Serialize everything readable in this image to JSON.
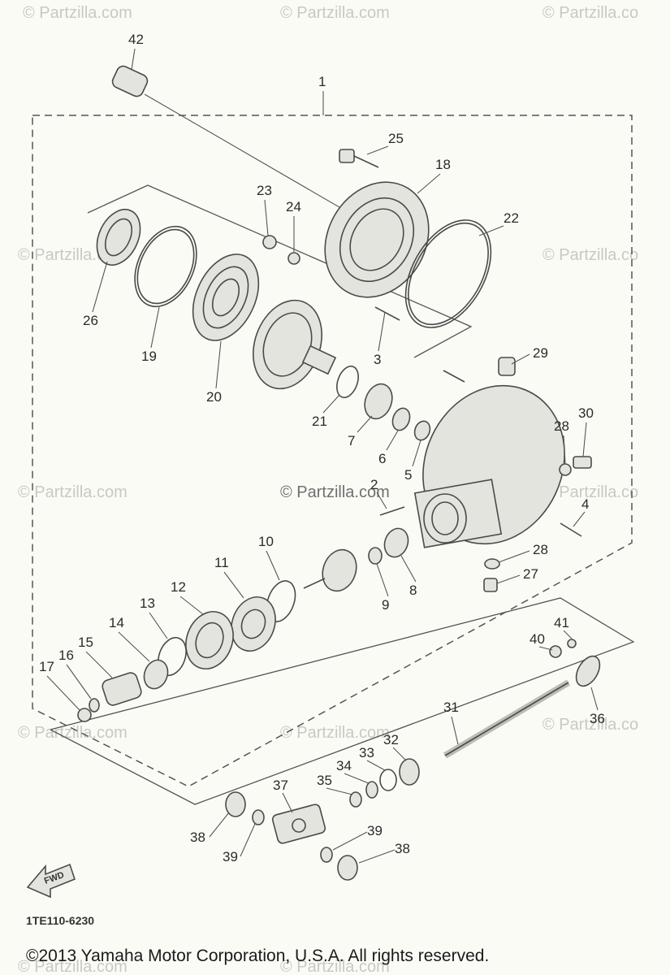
{
  "watermark": "© Partzilla.com",
  "watermark_partial": "© Partzilla.co",
  "fwd_label": "FWD",
  "diagram_code": "1TE110-6230",
  "copyright": "©2013 Yamaha Motor Corporation, U.S.A. All rights reserved.",
  "callouts": [
    "42",
    "1",
    "25",
    "18",
    "23",
    "24",
    "22",
    "26",
    "19",
    "20",
    "3",
    "29",
    "21",
    "7",
    "6",
    "5",
    "28",
    "30",
    "2",
    "4",
    "10",
    "11",
    "12",
    "13",
    "14",
    "15",
    "16",
    "17",
    "9",
    "8",
    "28",
    "27",
    "41",
    "40",
    "31",
    "36",
    "32",
    "33",
    "34",
    "35",
    "37",
    "38",
    "39",
    "39",
    "38"
  ]
}
